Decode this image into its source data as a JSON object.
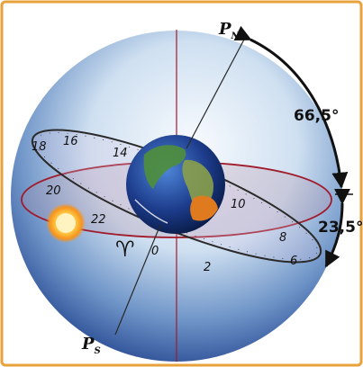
{
  "pole_labels": {
    "north": "P",
    "north_sub": "N",
    "south": "P",
    "south_sub": "S"
  },
  "angle_labels": {
    "obliquity_complement": "66,5°",
    "obliquity": "23,5°"
  },
  "aries_symbol": "♈",
  "ring_ticks": [
    "18",
    "16",
    "14",
    "20",
    "22",
    "0",
    "2",
    "6",
    "8",
    "10"
  ],
  "colors": {
    "frame": "#e8a23c",
    "ecliptic": "#a01b2c",
    "ring": "#2a2a2a",
    "sun": "#f7941d",
    "ocean": "#1c3b8a"
  }
}
